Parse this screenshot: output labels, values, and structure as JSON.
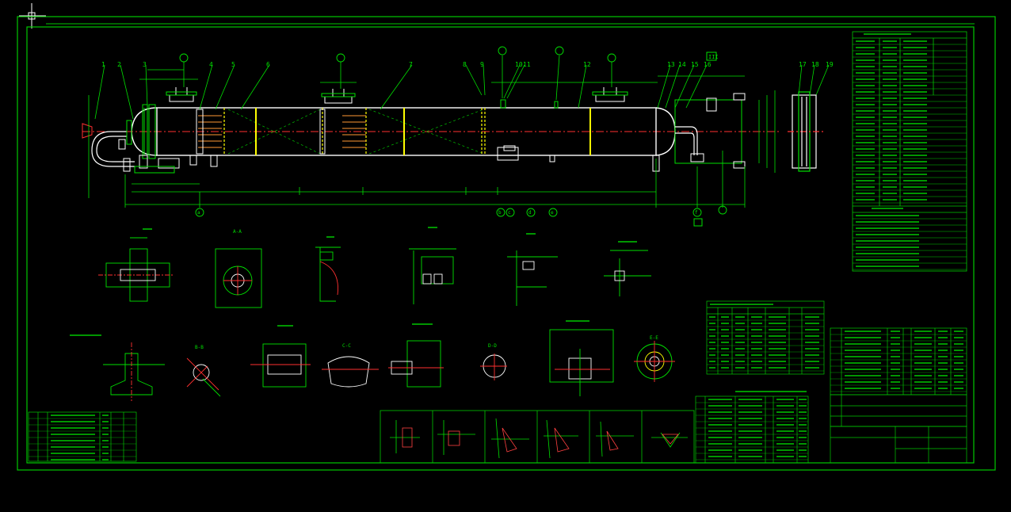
{
  "colors": {
    "background": "#000000",
    "frame": "#00c800",
    "line": "#00e000",
    "center": "#ff3030",
    "highlight": "#ffff00",
    "outline": "#ffffff",
    "hatch": "#ff4040"
  },
  "callout_numbers": [
    "1",
    "2",
    "3",
    "4",
    "5",
    "6",
    "7",
    "8",
    "9",
    "10",
    "11",
    "12",
    "13",
    "14",
    "15",
    "16",
    "17",
    "18",
    "19"
  ],
  "section_labels": {
    "aa": "A-A",
    "bb": "B-B",
    "cc": "C-C",
    "dd": "D-D",
    "ee": "E-E"
  },
  "drawing_marks": {
    "bottom_axis_letters": [
      "a",
      "b",
      "c",
      "d",
      "e",
      "f"
    ],
    "right_label": "III",
    "markers": [
      "a1",
      "a2",
      "b",
      "c",
      "d"
    ]
  },
  "icons": [
    "crosshair-icon",
    "nozzle-icon",
    "manhole-icon",
    "flange-icon"
  ]
}
